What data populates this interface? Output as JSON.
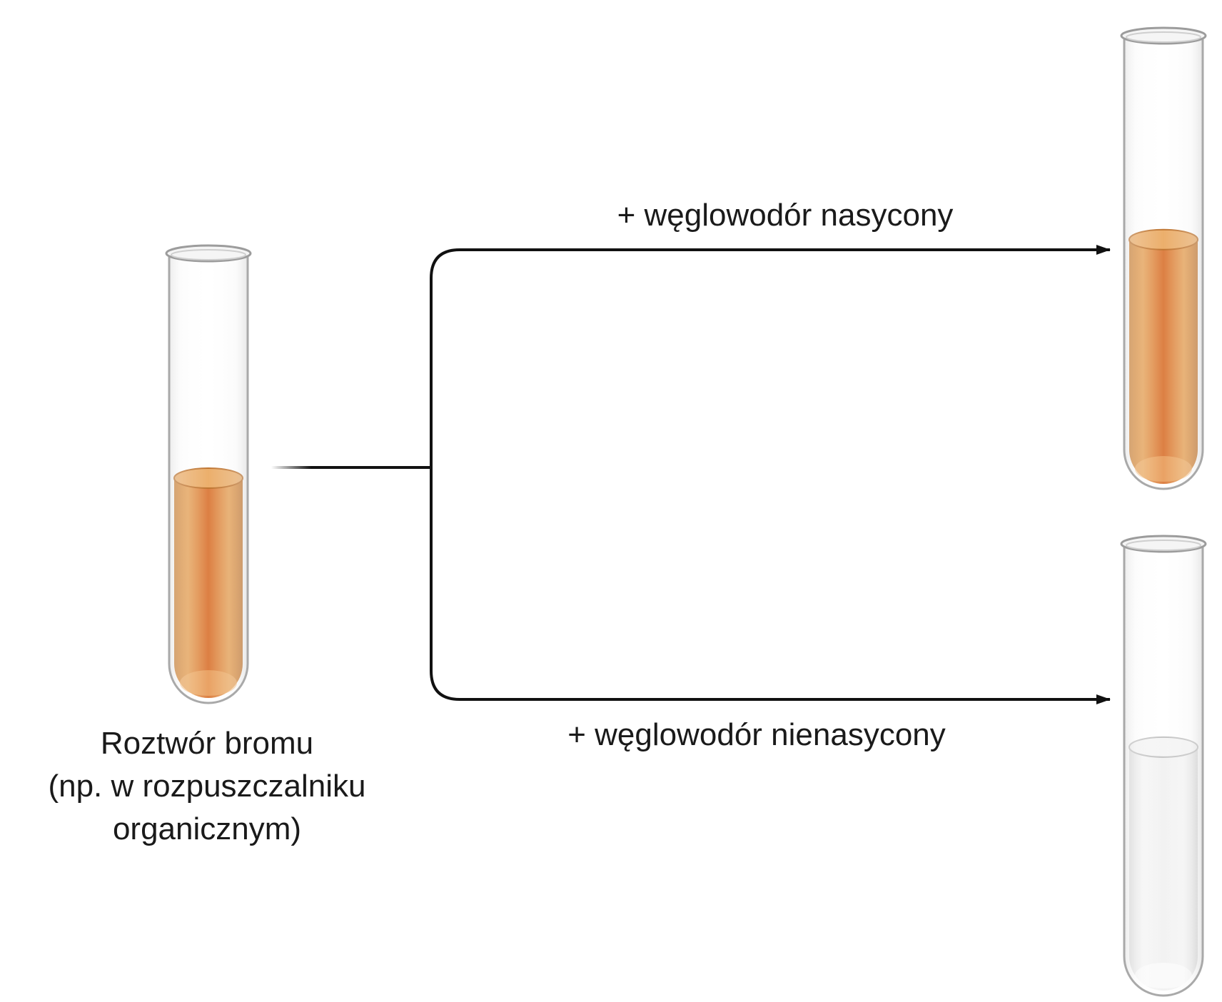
{
  "source": {
    "line1": "Roztwór bromu",
    "line2": "(np. w rozpuszczalniku",
    "line3": "organicznym)",
    "liquid_color": "#d97a2b",
    "liquid_level": 0.5
  },
  "branch_top": {
    "label": "+ węglowodór nasycony",
    "liquid_color": "#d97a2b",
    "liquid_level": 0.55
  },
  "branch_bottom": {
    "label": "+ węglowodór nienasycony",
    "liquid_color": "#e6e6e6",
    "liquid_level": 0.55
  },
  "colors": {
    "line": "#111111",
    "glass": "#c9c9c9"
  }
}
